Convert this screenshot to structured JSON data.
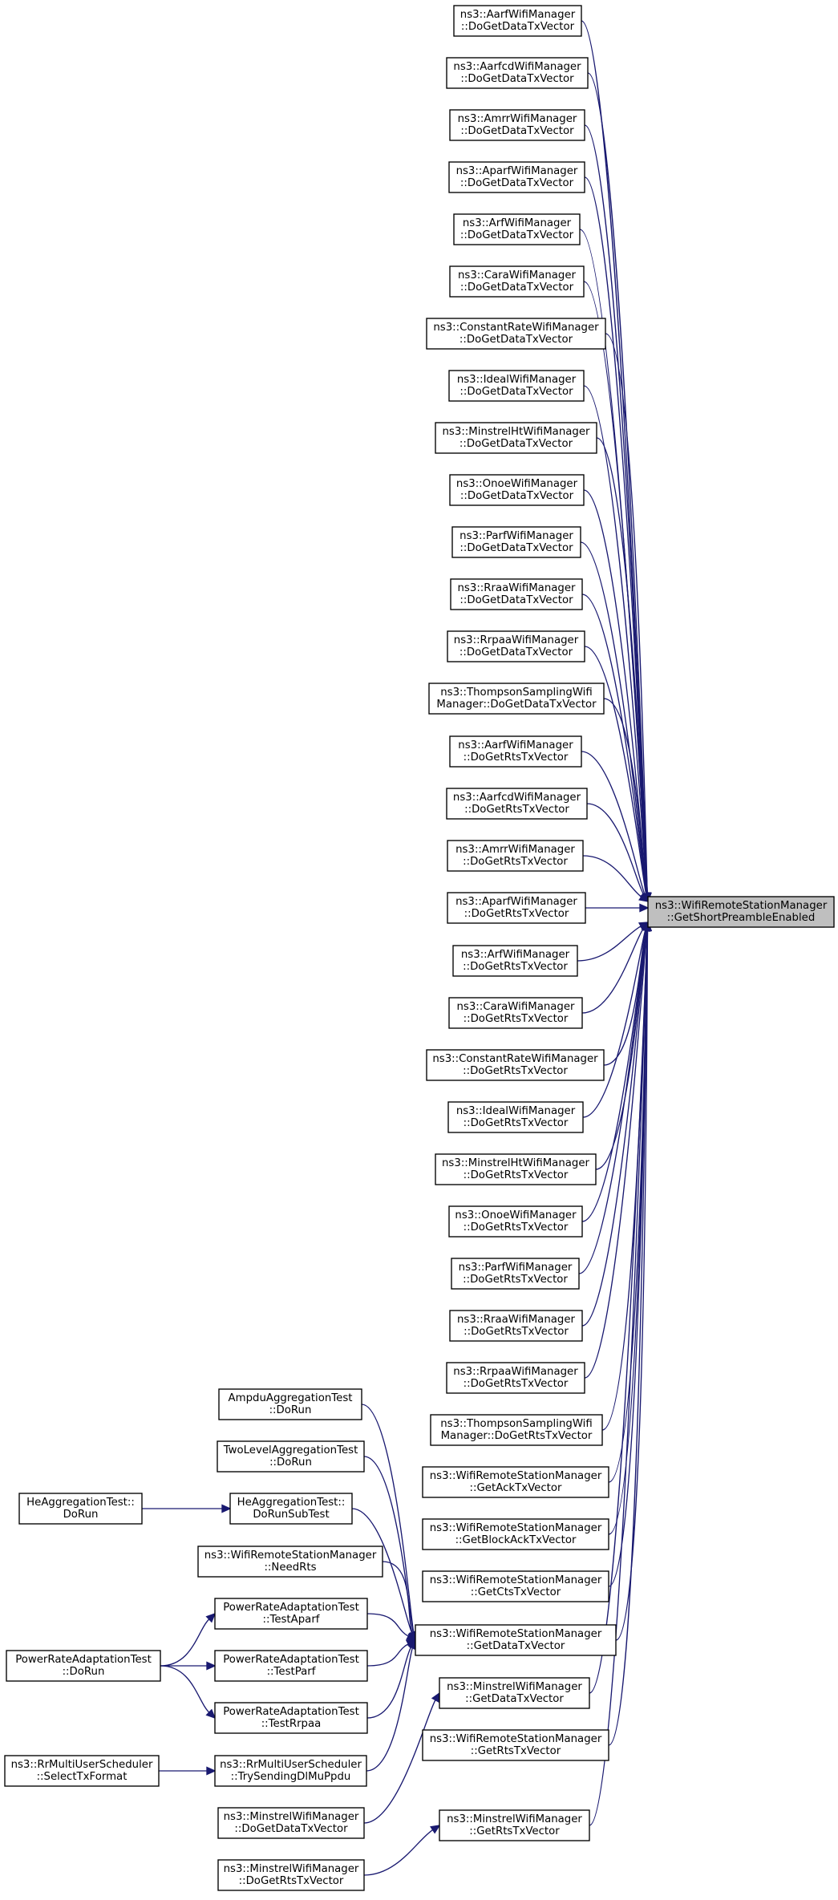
{
  "graph": {
    "target": [
      "ns3::WifiRemoteStationManager",
      "::GetShortPreambleEnabled"
    ],
    "nodes": {
      "aarf_data": [
        "ns3::AarfWifiManager",
        "::DoGetDataTxVector"
      ],
      "aarfcd_data": [
        "ns3::AarfcdWifiManager",
        "::DoGetDataTxVector"
      ],
      "amrr_data": [
        "ns3::AmrrWifiManager",
        "::DoGetDataTxVector"
      ],
      "aparf_data": [
        "ns3::AparfWifiManager",
        "::DoGetDataTxVector"
      ],
      "arf_data": [
        "ns3::ArfWifiManager",
        "::DoGetDataTxVector"
      ],
      "cara_data": [
        "ns3::CaraWifiManager",
        "::DoGetDataTxVector"
      ],
      "const_data": [
        "ns3::ConstantRateWifiManager",
        "::DoGetDataTxVector"
      ],
      "ideal_data": [
        "ns3::IdealWifiManager",
        "::DoGetDataTxVector"
      ],
      "mht_data": [
        "ns3::MinstrelHtWifiManager",
        "::DoGetDataTxVector"
      ],
      "onoe_data": [
        "ns3::OnoeWifiManager",
        "::DoGetDataTxVector"
      ],
      "parf_data": [
        "ns3::ParfWifiManager",
        "::DoGetDataTxVector"
      ],
      "rraa_data": [
        "ns3::RraaWifiManager",
        "::DoGetDataTxVector"
      ],
      "rrpaa_data": [
        "ns3::RrpaaWifiManager",
        "::DoGetDataTxVector"
      ],
      "thomp_data": [
        "ns3::ThompsonSamplingWifi",
        "Manager::DoGetDataTxVector"
      ],
      "aarf_rts": [
        "ns3::AarfWifiManager",
        "::DoGetRtsTxVector"
      ],
      "aarfcd_rts": [
        "ns3::AarfcdWifiManager",
        "::DoGetRtsTxVector"
      ],
      "amrr_rts": [
        "ns3::AmrrWifiManager",
        "::DoGetRtsTxVector"
      ],
      "aparf_rts": [
        "ns3::AparfWifiManager",
        "::DoGetRtsTxVector"
      ],
      "arf_rts": [
        "ns3::ArfWifiManager",
        "::DoGetRtsTxVector"
      ],
      "cara_rts": [
        "ns3::CaraWifiManager",
        "::DoGetRtsTxVector"
      ],
      "const_rts": [
        "ns3::ConstantRateWifiManager",
        "::DoGetRtsTxVector"
      ],
      "ideal_rts": [
        "ns3::IdealWifiManager",
        "::DoGetRtsTxVector"
      ],
      "mht_rts": [
        "ns3::MinstrelHtWifiManager",
        "::DoGetRtsTxVector"
      ],
      "onoe_rts": [
        "ns3::OnoeWifiManager",
        "::DoGetRtsTxVector"
      ],
      "parf_rts": [
        "ns3::ParfWifiManager",
        "::DoGetRtsTxVector"
      ],
      "rraa_rts": [
        "ns3::RraaWifiManager",
        "::DoGetRtsTxVector"
      ],
      "rrpaa_rts": [
        "ns3::RrpaaWifiManager",
        "::DoGetRtsTxVector"
      ],
      "thomp_rts": [
        "ns3::ThompsonSamplingWifi",
        "Manager::DoGetRtsTxVector"
      ],
      "get_ack": [
        "ns3::WifiRemoteStationManager",
        "::GetAckTxVector"
      ],
      "get_back": [
        "ns3::WifiRemoteStationManager",
        "::GetBlockAckTxVector"
      ],
      "get_cts": [
        "ns3::WifiRemoteStationManager",
        "::GetCtsTxVector"
      ],
      "get_data": [
        "ns3::WifiRemoteStationManager",
        "::GetDataTxVector"
      ],
      "min_getdata": [
        "ns3::MinstrelWifiManager",
        "::GetDataTxVector"
      ],
      "get_rts": [
        "ns3::WifiRemoteStationManager",
        "::GetRtsTxVector"
      ],
      "min_getrts": [
        "ns3::MinstrelWifiManager",
        "::GetRtsTxVector"
      ],
      "ampdu": [
        "AmpduAggregationTest",
        "::DoRun"
      ],
      "twolevel": [
        "TwoLevelAggregationTest",
        "::DoRun"
      ],
      "he_sub": [
        "HeAggregationTest::",
        "DoRunSubTest"
      ],
      "he_run": [
        "HeAggregationTest::",
        "DoRun"
      ],
      "needrts": [
        "ns3::WifiRemoteStationManager",
        "::NeedRts"
      ],
      "pra_aparf": [
        "PowerRateAdaptationTest",
        "::TestAparf"
      ],
      "pra_parf": [
        "PowerRateAdaptationTest",
        "::TestParf"
      ],
      "pra_rrpaa": [
        "PowerRateAdaptationTest",
        "::TestRrpaa"
      ],
      "pra_run": [
        "PowerRateAdaptationTest",
        "::DoRun"
      ],
      "rr_try": [
        "ns3::RrMultiUserScheduler",
        "::TrySendingDlMuPpdu"
      ],
      "rr_select": [
        "ns3::RrMultiUserScheduler",
        "::SelectTxFormat"
      ],
      "min_dodata": [
        "ns3::MinstrelWifiManager",
        "::DoGetDataTxVector"
      ],
      "min_dorts": [
        "ns3::MinstrelWifiManager",
        "::DoGetRtsTxVector"
      ]
    }
  },
  "colors": {
    "edge": "#191970",
    "node_border": "#000000",
    "target_fill": "#bfbfbf",
    "node_fill": "#ffffff"
  }
}
